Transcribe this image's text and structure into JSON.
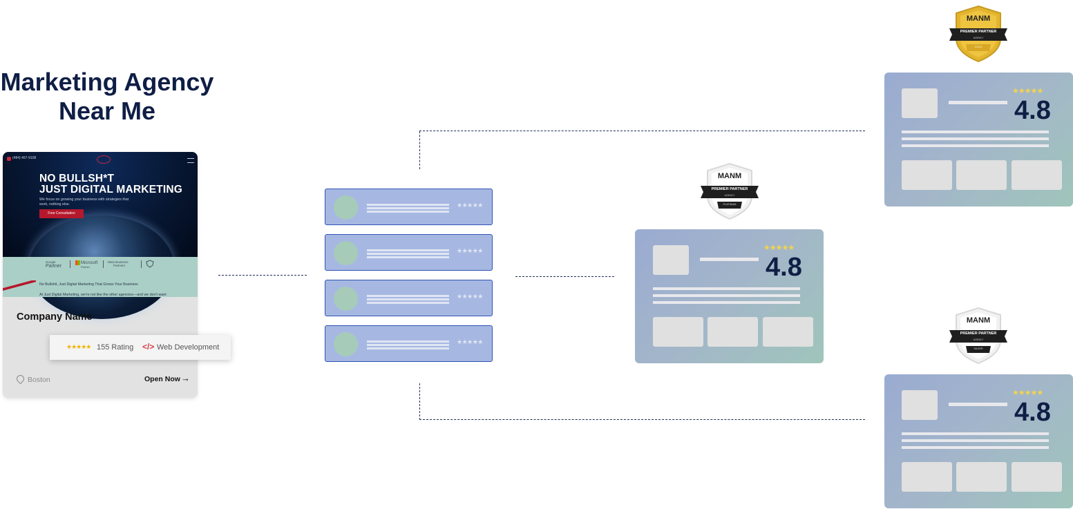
{
  "heading": {
    "line1": "Marketing Agency",
    "line2": "Near Me"
  },
  "company_card": {
    "hero": {
      "phone": "(484) 467-9108",
      "title_line1": "NO BULLSH*T",
      "title_line2": "JUST DIGITAL MARKETING",
      "subtitle": "We focus on growing your business with strategies that work, nothing else.",
      "cta": "Free Consultation"
    },
    "partners": {
      "google_line1": "Google",
      "google_line2": "Partner",
      "microsoft_line1": "Microsoft",
      "microsoft_line2": "Partner",
      "meta_line1": "Meta Business",
      "meta_line2": "Partners",
      "text1": "No Bullshit, Just Digital Marketing That Grows Your Business",
      "text2": "At Just Digital Marketing, we're not like the other agencies—and we don't want"
    },
    "name": "Company Name",
    "rating_stars": "★★★★★",
    "rating_text": "155 Rating",
    "category_icon": "</>",
    "category": "Web Development",
    "location": "Boston",
    "open_label": "Open Now",
    "arrow": "→"
  },
  "list": {
    "item_stars": "★★★★★",
    "count": 4
  },
  "profile_panel": {
    "stars": "★★★★★",
    "score": "4.8"
  },
  "badges": {
    "brand": "MANM",
    "ribbon": "PREMIER PARTNER",
    "agency": "AGENCY",
    "platinum_tier": "PLATINUM",
    "gold_tier": "GOLD",
    "silver_tier": "SILVER"
  },
  "colors": {
    "heading": "#0f1e45",
    "list_fill": "#a6b8e2",
    "list_border": "#2f52b4",
    "gold_badge": "#e3b52f",
    "platinum_badge": "#f2f2f2",
    "silver_badge": "#f2f2f2",
    "star_yellow": "#f5d44a",
    "connector": "#1e2d55"
  }
}
